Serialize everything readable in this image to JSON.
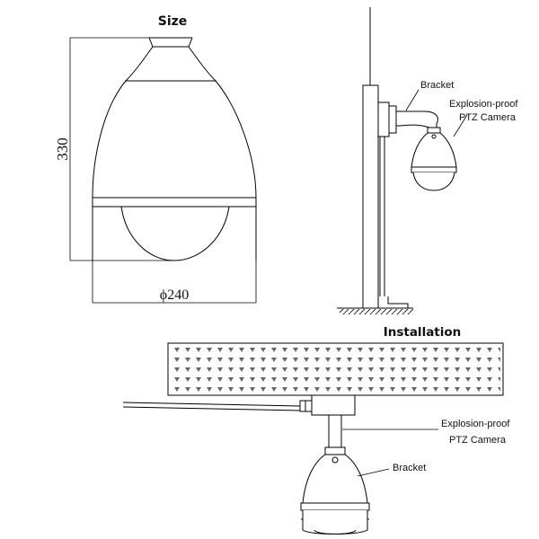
{
  "size_section": {
    "title": "Size",
    "height_dimension": "330",
    "diameter_dimension": "ϕ240"
  },
  "pole_mount": {
    "bracket_label": "Bracket",
    "camera_label_line1": "Explosion-proof",
    "camera_label_line2": "PTZ Camera"
  },
  "installation_section": {
    "title": "Installation",
    "camera_label_line1": "Explosion-proof",
    "camera_label_line2": "PTZ Camera",
    "bracket_label": "Bracket"
  },
  "colors": {
    "line": "#000000",
    "ceiling_fill": "#f2f2f2",
    "pattern_mark": "#555555"
  }
}
